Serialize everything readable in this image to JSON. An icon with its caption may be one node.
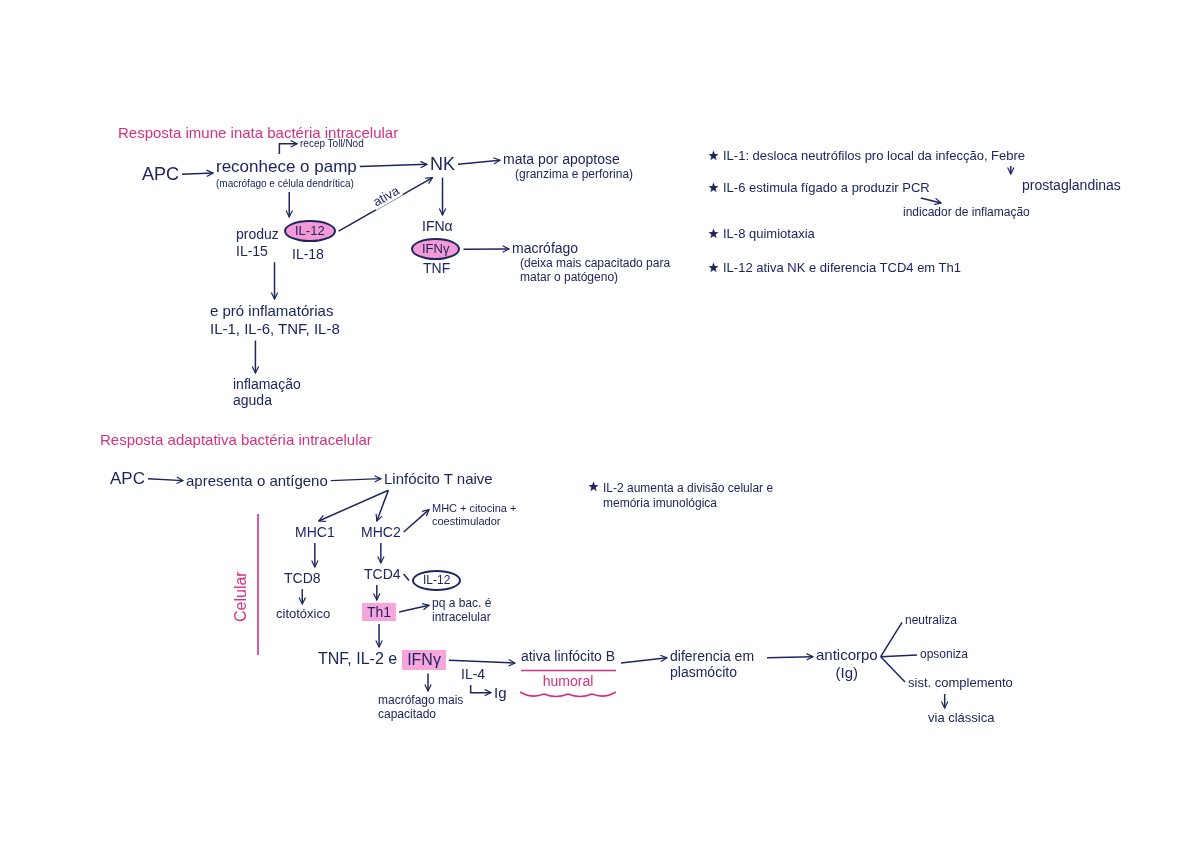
{
  "diagram": {
    "nodes": [
      {
        "text": [
          "APC"
        ]
      },
      {
        "text": [
          "reconhece o pamp"
        ],
        "beside": [
          "(macrófago e célula dendrítica)"
        ]
      },
      {
        "text": [
          "recep Toll/Nod"
        ]
      },
      {
        "text": [
          "NK"
        ]
      },
      {
        "text": [
          "mata por apoptose",
          "(granzima e perforina)"
        ]
      },
      {
        "text": [
          "produz",
          "IL-15"
        ]
      },
      {
        "text": [
          "IL-12"
        ],
        "beside": [
          "IL-18"
        ]
      },
      {
        "text": [
          "IFNα"
        ]
      },
      {
        "text": [
          "IFNγ"
        ]
      },
      {
        "text": [
          "TNF"
        ]
      },
      {
        "text": [
          "macrófago",
          "(deixa mais capacitado para matar o patógeno)"
        ]
      },
      {
        "text": [
          "e pró inflamatórias",
          "IL-1, IL-6, TNF, IL-8"
        ]
      },
      {
        "text": [
          "inflamação aguda"
        ]
      },
      {
        "text": [
          "IL-1: desloca neutrófilos pro local da infecção, Febre"
        ]
      },
      {
        "text": [
          "prostaglandinas"
        ]
      },
      {
        "text": [
          "IL-6 estimula fígado a produzir PCR"
        ]
      },
      {
        "text": [
          "indicador de inflamação"
        ]
      },
      {
        "text": [
          "APC"
        ]
      },
      {
        "text": [
          "apresenta o antígeno"
        ]
      },
      {
        "text": [
          "Linfócito T naive"
        ]
      },
      {
        "text": [
          "MHC1"
        ]
      },
      {
        "text": [
          "MHC2"
        ]
      },
      {
        "text": [
          "MHC + citocina + coestimulador"
        ]
      },
      {
        "text": [
          "TCD8"
        ]
      },
      {
        "text": [
          "citotóxico"
        ]
      },
      {
        "text": [
          "TCD4"
        ]
      },
      {
        "text": [
          "IL-12"
        ]
      },
      {
        "text": [
          "Th1"
        ]
      },
      {
        "text": [
          "pq a bac. é intracelular"
        ]
      },
      {
        "text": [
          "TNF, IL-2 e",
          "IFNγ"
        ]
      },
      {
        "text": [
          "macrófago mais capacitado"
        ]
      },
      {
        "text": [
          "ativa linfócito B",
          "humoral"
        ]
      },
      {
        "text": [
          "IL-4"
        ]
      },
      {
        "text": [
          "Ig"
        ]
      },
      {
        "text": [
          "diferencia em plasmócito"
        ]
      },
      {
        "text": [
          "anticorpo",
          "(Ig)"
        ]
      },
      {
        "text": [
          "neutraliza"
        ]
      },
      {
        "text": [
          "opsoniza"
        ]
      },
      {
        "text": [
          "sist. complemento"
        ]
      },
      {
        "text": [
          "via clássica"
        ]
      }
    ],
    "edges": [
      {
        "from": 0,
        "to": 1,
        "arrow": "to"
      },
      {
        "from": 1,
        "to": 2,
        "arrow": "to"
      },
      {
        "from": 1,
        "to": 3,
        "arrow": "to"
      },
      {
        "from": 3,
        "to": 4,
        "arrow": "to"
      },
      {
        "from": 1,
        "to": 6,
        "arrow": "to"
      },
      {
        "from": 6,
        "to": 3,
        "arrow": "to",
        "label": "ativa"
      },
      {
        "from": 3,
        "to": 7,
        "arrow": "to"
      },
      {
        "from": 8,
        "to": 10,
        "arrow": "to"
      },
      {
        "from": 5,
        "to": 11,
        "arrow": "to"
      },
      {
        "from": 11,
        "to": 12,
        "arrow": "to"
      },
      {
        "from": 13,
        "to": 14,
        "arrow": "to"
      },
      {
        "from": 15,
        "to": 16,
        "arrow": "to"
      },
      {
        "from": 17,
        "to": 18,
        "arrow": "to"
      },
      {
        "from": 18,
        "to": 19,
        "arrow": "to"
      },
      {
        "from": 19,
        "to": 20,
        "arrow": "to"
      },
      {
        "from": 19,
        "to": 21,
        "arrow": "to"
      },
      {
        "from": 21,
        "to": 22,
        "arrow": "to"
      },
      {
        "from": 20,
        "to": 23,
        "arrow": "to"
      },
      {
        "from": 23,
        "to": 24,
        "arrow": "to"
      },
      {
        "from": 21,
        "to": 25,
        "arrow": "to"
      },
      {
        "from": 25,
        "to": 26,
        "arrow": "none"
      },
      {
        "from": 25,
        "to": 27,
        "arrow": "to"
      },
      {
        "from": 27,
        "to": 28,
        "arrow": "to"
      },
      {
        "from": 27,
        "to": 29,
        "arrow": "to"
      },
      {
        "from": 29,
        "to": 30,
        "arrow": "to"
      },
      {
        "from": 29,
        "to": 31,
        "arrow": "to"
      },
      {
        "from": 32,
        "to": 33,
        "arrow": "to"
      },
      {
        "from": 31,
        "to": 34,
        "arrow": "to"
      },
      {
        "from": 34,
        "to": 35,
        "arrow": "to"
      },
      {
        "from": 35,
        "to": 36,
        "arrow": "none"
      },
      {
        "from": 35,
        "to": 37,
        "arrow": "none"
      },
      {
        "from": 35,
        "to": 38,
        "arrow": "none"
      },
      {
        "from": 38,
        "to": 39,
        "arrow": "to"
      }
    ],
    "labels": [
      "Resposta imune inata bactéria intracelular",
      "IL-8 quimiotaxia",
      "IL-12 ativa NK e diferencia TCD4 em Th1",
      "Resposta adaptativa bactéria intracelular",
      "IL-2 aumenta a divisão celular e memória imunológica",
      "Celular"
    ]
  }
}
